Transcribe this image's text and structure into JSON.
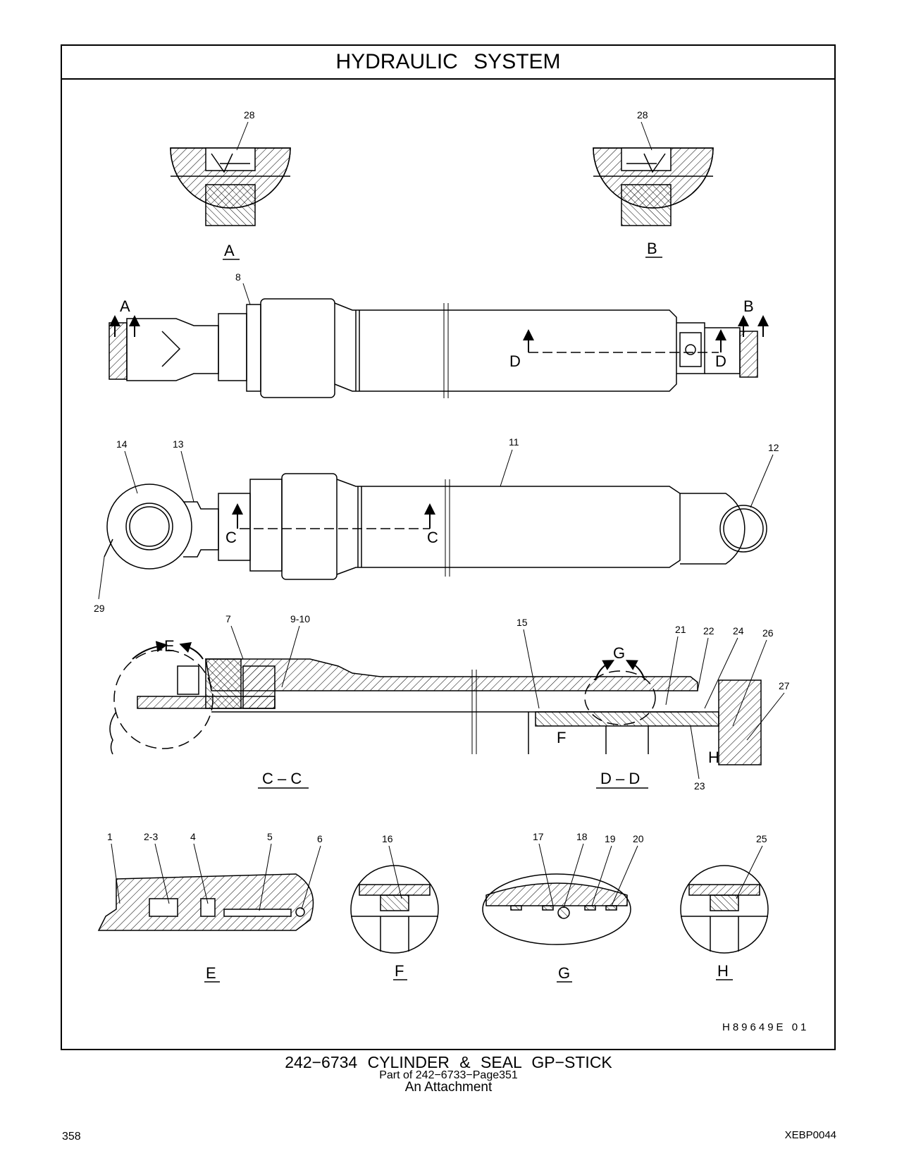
{
  "title": "HYDRAULIC   SYSTEM",
  "callouts": {
    "c28a": "28",
    "c28b": "28",
    "c8": "8",
    "c14": "14",
    "c13": "13",
    "c11": "11",
    "c12": "12",
    "c29": "29",
    "c7": "7",
    "c9_10": "9-10",
    "c15": "15",
    "c21": "21",
    "c22": "22",
    "c24": "24",
    "c26": "26",
    "c27": "27",
    "c23": "23",
    "c1": "1",
    "c2_3": "2-3",
    "c4": "4",
    "c5": "5",
    "c6": "6",
    "c16": "16",
    "c17": "17",
    "c18": "18",
    "c19": "19",
    "c20": "20",
    "c25": "25"
  },
  "view_labels": {
    "A": "A",
    "B": "B",
    "C": "C",
    "D": "D",
    "E": "E",
    "F": "F",
    "G": "G",
    "H": "H",
    "cc": "C – C",
    "dd": "D – D"
  },
  "drawing_code": "H89649E   01",
  "caption": {
    "main": "242−6734   CYLINDER & SEAL GP−STICK",
    "sub": "Part of 242−6733−Page351",
    "sub2": "An Attachment"
  },
  "page_number": "358",
  "doc_code": "XEBP0044"
}
